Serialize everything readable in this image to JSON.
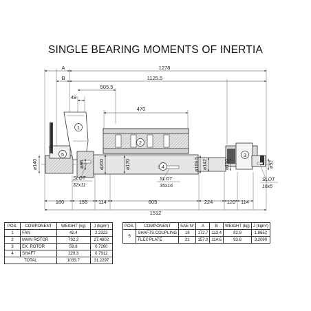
{
  "title": "SINGLE BEARING MOMENTS OF INERTIA",
  "dimensions": {
    "top": [
      {
        "id": "A",
        "label": "A"
      },
      {
        "id": "B",
        "label": "B"
      },
      {
        "id": "d1278",
        "label": "1278"
      },
      {
        "id": "d1125",
        "label": "1125.5"
      },
      {
        "id": "d505",
        "label": "505.5"
      },
      {
        "id": "d49",
        "label": "49"
      },
      {
        "id": "d470",
        "label": "470"
      }
    ],
    "diameters": [
      {
        "id": "dia140",
        "label": "ø140"
      },
      {
        "id": "dia80",
        "label": "ø80"
      },
      {
        "id": "dia200",
        "label": "ø200"
      },
      {
        "id": "dia170",
        "label": "ø170"
      },
      {
        "id": "dia169",
        "label": "ø169.5"
      },
      {
        "id": "dia142",
        "label": "ø142"
      },
      {
        "id": "dia120",
        "label": "ø120"
      },
      {
        "id": "dia92",
        "label": "ø92"
      }
    ],
    "slots": [
      {
        "id": "slot1",
        "line1": "SLOT",
        "line2": "32x11"
      },
      {
        "id": "slot2",
        "line1": "SLOT",
        "line2": "35x16"
      },
      {
        "id": "slot3",
        "line1": "SLOT",
        "line2": "16x5"
      }
    ],
    "bottom": [
      {
        "id": "b180",
        "label": "180"
      },
      {
        "id": "b155",
        "label": "155"
      },
      {
        "id": "b114a",
        "label": "114"
      },
      {
        "id": "b605",
        "label": "605"
      },
      {
        "id": "b224",
        "label": "224"
      },
      {
        "id": "b120",
        "label": "120"
      },
      {
        "id": "b114b",
        "label": "114"
      }
    ],
    "total": {
      "label": "1512"
    }
  },
  "balloons": [
    "1",
    "2",
    "3",
    "4",
    "5"
  ],
  "colors": {
    "hatch": "#cfcfcf",
    "line": "#333333",
    "balloon_fill": "#ffffff"
  },
  "left_table": {
    "headers": [
      "POS.",
      "COMPONENT",
      "WEIGHT (kg)",
      "J (kgm²)"
    ],
    "rows": [
      {
        "pos": "1",
        "component": "FAN",
        "weight": "42.4",
        "j": "2.2323"
      },
      {
        "pos": "2",
        "component": "MAIN ROTOR",
        "weight": "702.2",
        "j": "27.4802"
      },
      {
        "pos": "3",
        "component": "EX. ROTOR",
        "weight": "59.8",
        "j": "0.7260"
      },
      {
        "pos": "4",
        "component": "SHAFT",
        "weight": "229.3",
        "j": "0.7912"
      }
    ],
    "total_row": {
      "label": "TOTAL",
      "weight": "1033.7",
      "j": "31.2297"
    }
  },
  "right_table": {
    "headers": [
      "POS.",
      "COMPONENT",
      "SAE N°",
      "A",
      "B",
      "WEIGHT (kg)",
      "J (kgm²)"
    ],
    "pos": "5",
    "rows": [
      {
        "component": "SHAFTS COUPLING",
        "sae": "18",
        "a": "172.7",
        "b": "113.4",
        "weight": "82.9",
        "j": "1.8652"
      },
      {
        "component": "FLEX PLATE",
        "sae": "21",
        "a": "157.0",
        "b": "114.6",
        "weight": "93.8",
        "j": "3.2090"
      }
    ]
  }
}
